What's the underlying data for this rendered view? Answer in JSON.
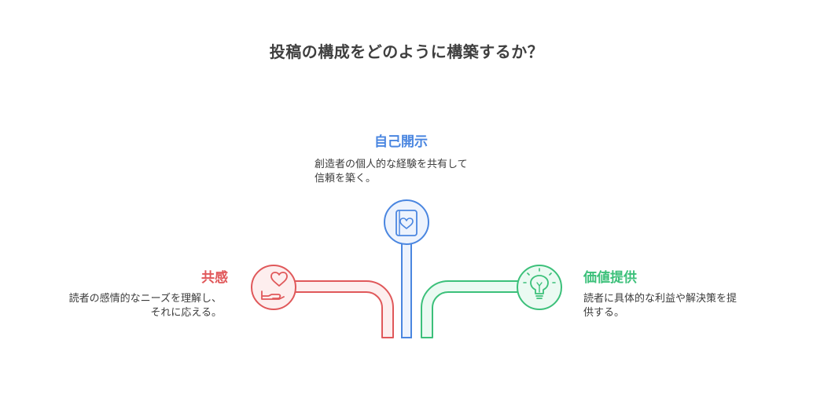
{
  "title": "投稿の構成をどのように構築するか？",
  "colors": {
    "red": "#e0585a",
    "blue": "#4a86e0",
    "green": "#3cc07a"
  },
  "branches": {
    "empathy": {
      "heading": "共感",
      "desc_line1": "読者の感情的なニーズを理解し、",
      "desc_line2": "それに応える。",
      "icons": [
        "heart-icon",
        "helping-hand-icon"
      ]
    },
    "self_disclosure": {
      "heading": "自己開示",
      "desc_line1": "創造者の個人的な経験を共有して",
      "desc_line2": "信頼を築く。",
      "icons": [
        "book-heart-icon"
      ]
    },
    "value": {
      "heading": "価値提供",
      "desc_line1": "読者に具体的な利益や解決策を提",
      "desc_line2": "供する。",
      "icons": [
        "lightbulb-icon"
      ]
    }
  }
}
